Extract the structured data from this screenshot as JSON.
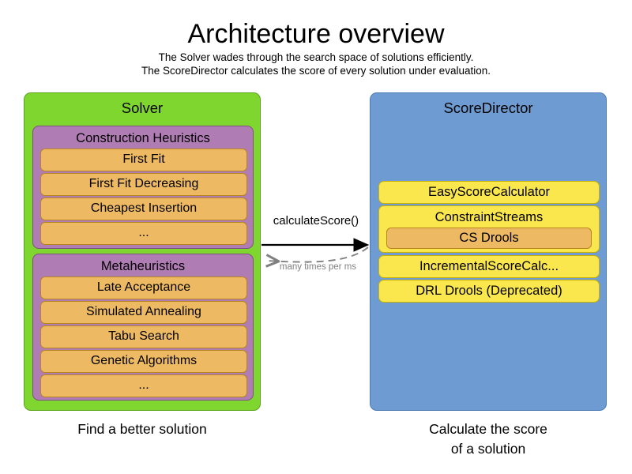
{
  "header": {
    "title": "Architecture overview",
    "subtitle_lines": [
      "The Solver wades through the search space of solutions efficiently.",
      "The ScoreDirector calculates the score of every solution under evaluation."
    ]
  },
  "colors": {
    "solver_panel": "#7FD62F",
    "score_director_panel": "#6E9BD1",
    "group": "#B07CB4",
    "item": "#EDB963",
    "yellow_box": "#FAE74E",
    "dashed_arrow": "#808080",
    "solid_arrow": "#000000"
  },
  "solver": {
    "title": "Solver",
    "caption": "Find a better solution",
    "groups": [
      {
        "title": "Construction Heuristics",
        "items": [
          "First Fit",
          "First Fit Decreasing",
          "Cheapest Insertion",
          "..."
        ]
      },
      {
        "title": "Metaheuristics",
        "items": [
          "Late Acceptance",
          "Simulated Annealing",
          "Tabu Search",
          "Genetic Algorithms",
          "..."
        ]
      }
    ]
  },
  "score_director": {
    "title": "ScoreDirector",
    "caption_lines": [
      "Calculate the score",
      "of a solution"
    ],
    "items": [
      {
        "label": "EasyScoreCalculator"
      },
      {
        "label": "ConstraintStreams",
        "nested": "CS Drools"
      },
      {
        "label": "IncrementalScoreCalc..."
      },
      {
        "label": "DRL Drools (Deprecated)"
      }
    ]
  },
  "arrows": {
    "forward_label": "calculateScore()",
    "back_label": "many times per ms"
  }
}
